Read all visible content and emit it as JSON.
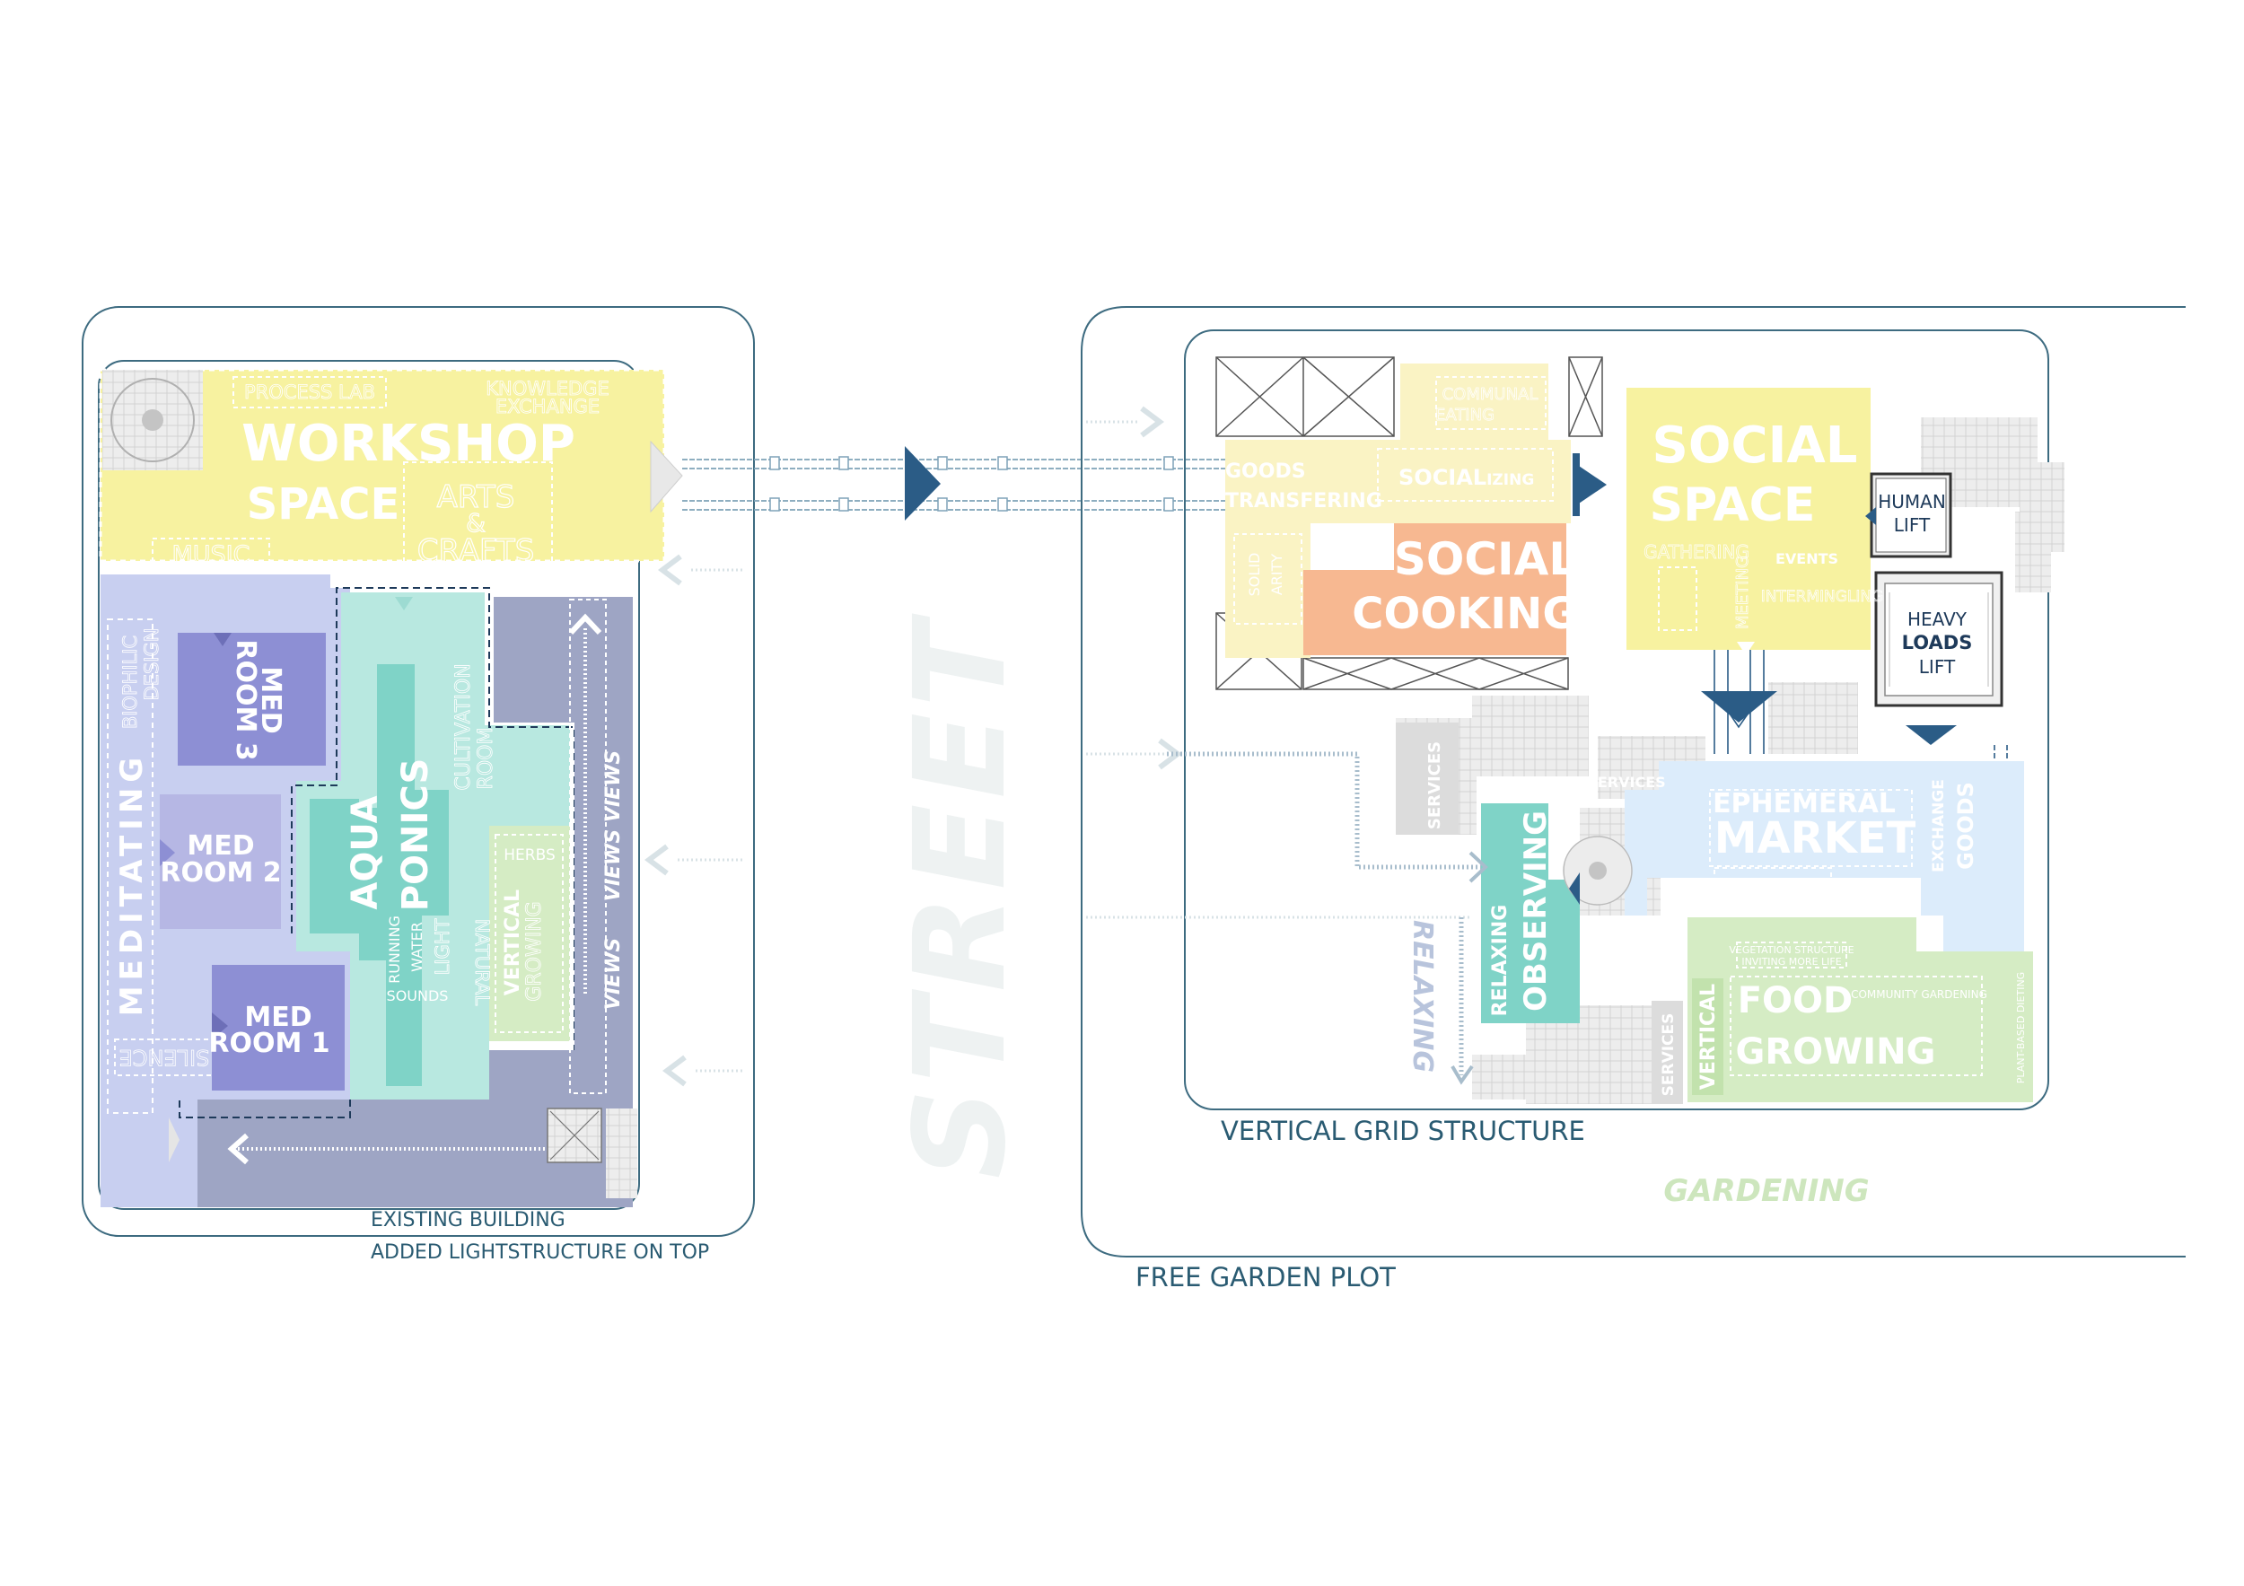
{
  "colors": {
    "outline": "#3d6b80",
    "arrow": "#2b5c86",
    "yellow": "#f7f2a0",
    "yellow_light": "#faf3c4",
    "orange": "#f7b891",
    "lavender": "#c8cff0",
    "violet": "#8d8fd4",
    "violet_light": "#b6b7e4",
    "teal": "#7fd3c7",
    "teal_light": "#b8e8e0",
    "slate": "#9ea5c4",
    "green_light": "#d5ecc4",
    "blue_light": "#dcecfb",
    "gray": "#dcdcdc",
    "street": "#eef2f2"
  },
  "left": {
    "labels": {
      "process_lab": "PROCESS LAB",
      "knowledge_exchange_1": "KNOWLEDGE",
      "knowledge_exchange_2": "EXCHANGE",
      "workshop": "WORKSHOP",
      "space": "SPACE",
      "arts": "ARTS",
      "amp": "&",
      "crafts": "CRAFTS",
      "music": "MUSIC",
      "meditating": "MEDITATING",
      "biophilic": "BIOPHILIC",
      "design": "DESIGN",
      "med_room_3_a": "MED",
      "med_room_3_b": "ROOM 3",
      "med_room_2_a": "MED",
      "med_room_2_b": "ROOM 2",
      "med_room_1_a": "MED",
      "med_room_1_b": "ROOM 1",
      "silence": "SILENCE",
      "aqua": "AQUA",
      "ponics": "PONICS",
      "cultivation": "CULTIVATION",
      "room": "ROOM",
      "running": "RUNNING",
      "water": "WATER",
      "natural": "NATURAL",
      "light": "LIGHT",
      "sounds": "SOUNDS",
      "herbs": "HERBS",
      "vertical": "VERTICAL",
      "growing": "GROWING",
      "views_1": "VIEWS",
      "views_2": "VIEWS VIEWS"
    },
    "captions": {
      "existing_building": "EXISTING BUILDING",
      "added_lightstructure": "ADDED LIGHTSTRUCTURE ON TOP"
    }
  },
  "street": "STREET",
  "right": {
    "labels": {
      "communal": "COMMUNAL",
      "eating": "EATING",
      "goods": "GOODS",
      "transfering": "TRANSFERING",
      "socializing_a": "SOCIAL",
      "socializing_b": "IZING",
      "solid": "SOLID",
      "arity": "ARITY",
      "social_cooking_1": "SOCIAL",
      "social_cooking_2": "COOKING",
      "social_space_1": "SOCIAL",
      "social_space_2": "SPACE",
      "gathering": "GATHERING",
      "events": "EVENTS",
      "meeting": "MEETING",
      "intermingling": "INTERMINGLING",
      "human_1": "HUMAN",
      "human_2": "LIFT",
      "heavy_1": "HEAVY",
      "heavy_2": "LOADS",
      "heavy_3": "LIFT",
      "services_1": "SERVICES",
      "services_2": "SERVICES",
      "services_3": "SERVICES",
      "ephemeral": "EPHEMERAL",
      "market": "MARKET",
      "exchange_goods_1": "EXCHANGE",
      "exchange_goods_2": "GOODS",
      "relaxing_box": "RELAXING",
      "observing": "OBSERVING",
      "relaxing": "RELAXING",
      "vegetation_1": "VEGETATION STRUCTURE",
      "vegetation_2": "INVITING MORE LIFE",
      "community_gardening": "COMMUNITY GARDENING",
      "food": "FOOD",
      "growing": "GROWING",
      "vertical": "VERTICAL",
      "plant_based": "PLANT-BASED DIETING"
    },
    "captions": {
      "vertical_grid": "VERTICAL GRID STRUCTURE",
      "gardening": "GARDENING",
      "free_garden_plot": "FREE GARDEN PLOT"
    }
  }
}
